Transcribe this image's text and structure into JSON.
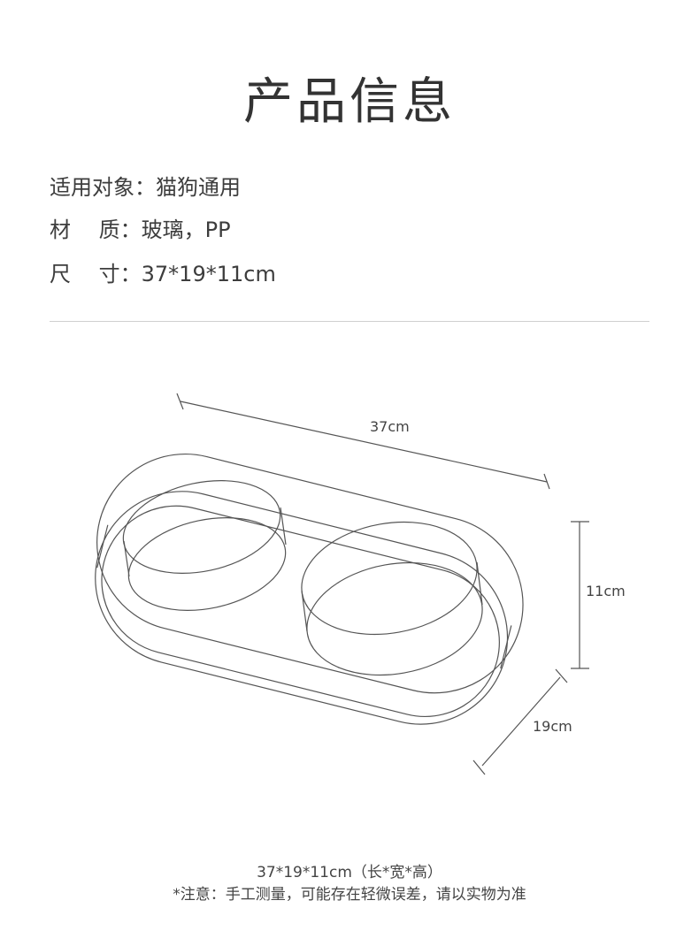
{
  "title": "产品信息",
  "specs": [
    {
      "label": "适用对象：",
      "value": "猫狗通用"
    },
    {
      "label": "材　 质：",
      "value": "玻璃，PP"
    },
    {
      "label": "尺　 寸：",
      "value": "37*19*11cm"
    }
  ],
  "diagram": {
    "length_label": "37cm",
    "height_label": "11cm",
    "width_label": "19cm"
  },
  "footer": {
    "dimension_note": "37*19*11cm（长*宽*高）",
    "disclaimer": "*注意：手工测量，可能存在轻微误差，请以实物为准"
  }
}
